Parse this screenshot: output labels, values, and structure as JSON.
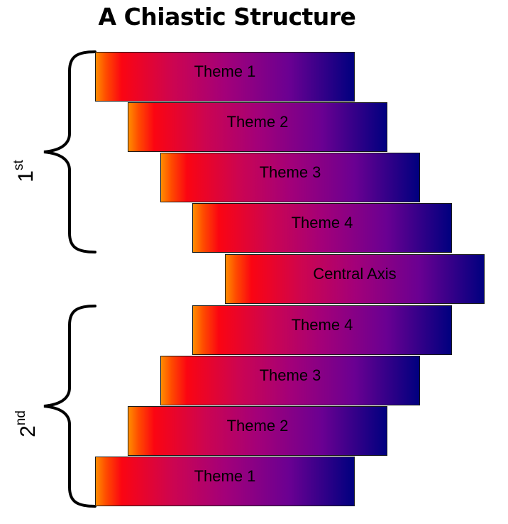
{
  "title": "A Chiastic Structure",
  "groups": [
    {
      "ordinal": "1",
      "suffix": "st"
    },
    {
      "ordinal": "2",
      "suffix": "nd"
    }
  ],
  "themes": [
    {
      "label": "Theme 1"
    },
    {
      "label": "Theme 2"
    },
    {
      "label": "Theme 3"
    },
    {
      "label": "Theme 4"
    },
    {
      "label": "Central Axis"
    },
    {
      "label": "Theme 4"
    },
    {
      "label": "Theme 3"
    },
    {
      "label": "Theme 2"
    },
    {
      "label": "Theme 1"
    }
  ],
  "colors": {
    "gradient_start": "#ff8c00",
    "gradient_mid": "#fb0512",
    "gradient_end": "#00007f",
    "border": "#1a1a1a"
  }
}
